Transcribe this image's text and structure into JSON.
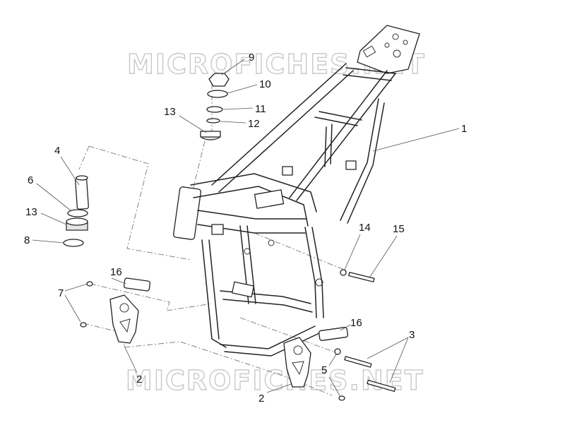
{
  "watermarks": [
    "MICROFICHES.NET",
    "MICROFICHES.NET"
  ],
  "callouts": {
    "n1": "1",
    "n2a": "2",
    "n2b": "2",
    "n3": "3",
    "n4": "4",
    "n5": "5",
    "n6": "6",
    "n7": "7",
    "n8": "8",
    "n9": "9",
    "n10": "10",
    "n11": "11",
    "n12": "12",
    "n13a": "13",
    "n13b": "13",
    "n14": "14",
    "n15": "15",
    "n16a": "16",
    "n16b": "16"
  }
}
